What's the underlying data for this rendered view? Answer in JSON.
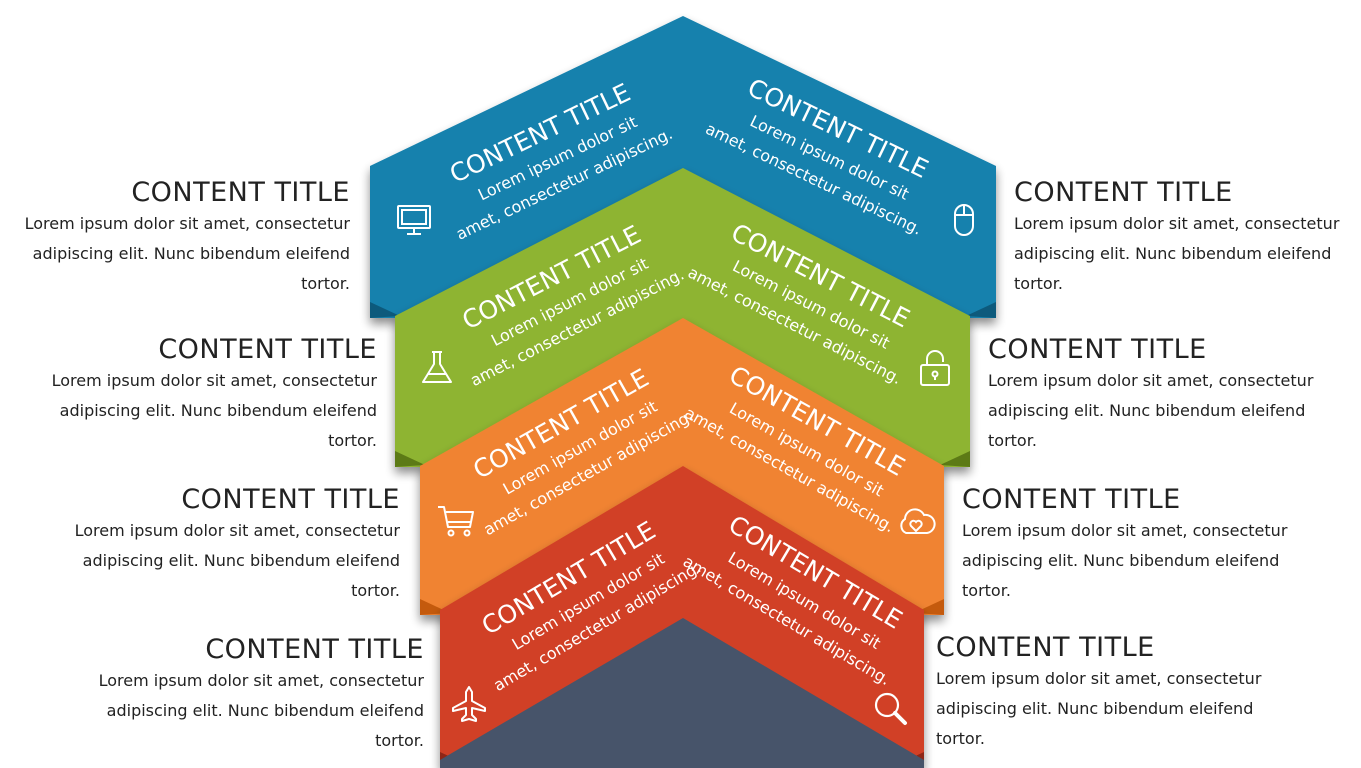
{
  "colors": {
    "blue": "#1481ad",
    "green": "#8eb431",
    "orange": "#f08330",
    "red": "#d14127",
    "slate": "#47546a"
  },
  "bands": [
    {
      "color": "#1481ad",
      "dark": "#0a5a7c",
      "left": {
        "title": "CONTENT TITLE",
        "text": "Lorem ipsum dolor sit amet, consectetur adipiscing."
      },
      "right": {
        "title": "CONTENT TITLE",
        "text": "Lorem ipsum dolor sit amet, consectetur adipiscing."
      },
      "icons": [
        "monitor-icon",
        "mouse-icon"
      ]
    },
    {
      "color": "#8eb431",
      "dark": "#5b7a16",
      "left": {
        "title": "CONTENT TITLE",
        "text": "Lorem ipsum dolor sit amet, consectetur adipiscing."
      },
      "right": {
        "title": "CONTENT TITLE",
        "text": "Lorem ipsum dolor sit amet, consectetur adipiscing."
      },
      "icons": [
        "flask-icon",
        "unlocked-padlock-icon"
      ]
    },
    {
      "color": "#f08330",
      "dark": "#c45a0e",
      "left": {
        "title": "CONTENT TITLE",
        "text": "Lorem ipsum dolor sit amet, consectetur adipiscing."
      },
      "right": {
        "title": "CONTENT TITLE",
        "text": "Lorem ipsum dolor sit amet, consectetur adipiscing."
      },
      "icons": [
        "shopping-cart-icon",
        "cloud-heart-icon"
      ]
    },
    {
      "color": "#d14127",
      "dark": "#8f2612",
      "left": {
        "title": "CONTENT TITLE",
        "text": "Lorem ipsum dolor sit amet, consectetur adipiscing."
      },
      "right": {
        "title": "CONTENT TITLE",
        "text": "Lorem ipsum dolor sit amet, consectetur adipiscing."
      },
      "icons": [
        "airplane-icon",
        "magnifier-icon"
      ]
    }
  ],
  "side_items": {
    "left": [
      {
        "title": "CONTENT TITLE",
        "text": "Lorem ipsum dolor sit amet, consectetur adipiscing elit. Nunc bibendum eleifend tortor."
      },
      {
        "title": "CONTENT TITLE",
        "text": "Lorem ipsum dolor sit amet, consectetur adipiscing elit. Nunc bibendum eleifend tortor."
      },
      {
        "title": "CONTENT TITLE",
        "text": "Lorem ipsum dolor sit amet, consectetur adipiscing elit. Nunc bibendum eleifend tortor."
      },
      {
        "title": "CONTENT TITLE",
        "text": "Lorem ipsum dolor sit amet, consectetur adipiscing elit. Nunc bibendum eleifend tortor."
      }
    ],
    "right": [
      {
        "title": "CONTENT TITLE",
        "text": "Lorem ipsum dolor sit amet, consectetur adipiscing elit. Nunc bibendum eleifend tortor."
      },
      {
        "title": "CONTENT TITLE",
        "text": "Lorem ipsum dolor sit amet, consectetur adipiscing elit. Nunc bibendum eleifend tortor."
      },
      {
        "title": "CONTENT TITLE",
        "text": "Lorem ipsum dolor sit amet, consectetur adipiscing elit. Nunc bibendum eleifend tortor."
      },
      {
        "title": "CONTENT TITLE",
        "text": "Lorem ipsum dolor sit amet, consectetur adipiscing elit. Nunc bibendum eleifend tortor."
      }
    ]
  }
}
